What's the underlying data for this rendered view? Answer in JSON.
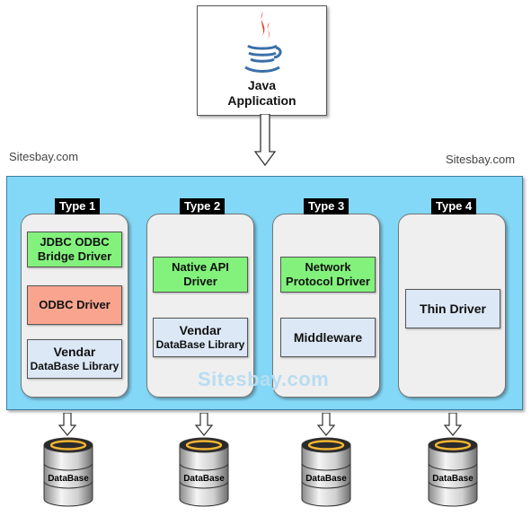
{
  "app": {
    "title_line1": "Java",
    "title_line2": "Application",
    "icon": "java-logo-icon"
  },
  "watermarks": {
    "left": "Sitesbay.com",
    "right": "Sitesbay.com",
    "center": "Sitesbay.com"
  },
  "columns": [
    {
      "type_label": "Type 1",
      "boxes": [
        {
          "line1": "JDBC ODBC",
          "line2": "Bridge Driver",
          "color": "#82f27c"
        },
        {
          "line1": "ODBC Driver",
          "color": "#f8a48f"
        },
        {
          "line1": "Vendar",
          "line2": "DataBase Library",
          "color": "#dce8f5"
        }
      ]
    },
    {
      "type_label": "Type 2",
      "boxes": [
        {
          "line1": "Native API",
          "line2": "Driver",
          "color": "#82f27c"
        },
        {
          "line1": "Vendar",
          "line2": "DataBase Library",
          "color": "#dce8f5"
        }
      ]
    },
    {
      "type_label": "Type 3",
      "boxes": [
        {
          "line1": "Network",
          "line2": "Protocol Driver",
          "color": "#82f27c"
        },
        {
          "line1": "Middleware",
          "color": "#dce8f5"
        }
      ]
    },
    {
      "type_label": "Type 4",
      "boxes": [
        {
          "line1": "Thin Driver",
          "color": "#dce8f5"
        }
      ]
    }
  ],
  "databases": [
    {
      "label": "DataBase"
    },
    {
      "label": "DataBase"
    },
    {
      "label": "DataBase"
    },
    {
      "label": "DataBase"
    }
  ],
  "colors": {
    "container": "#84d8f7",
    "driver_green": "#82f27c",
    "odbc_salmon": "#f8a48f",
    "library_blue": "#dce8f5"
  }
}
